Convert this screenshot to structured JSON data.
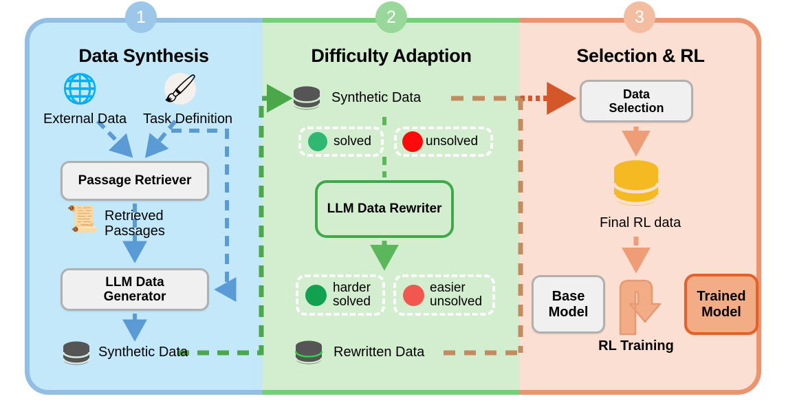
{
  "figure": {
    "type": "pipeline-diagram",
    "panels": [
      {
        "step": "1",
        "title": "Data Synthesis",
        "accent": "#93bee3",
        "background": "#c3e8f9",
        "nodes": [
          {
            "name": "external-data",
            "label": "External Data",
            "icon": "wikipedia-globe-icon"
          },
          {
            "name": "task-definition",
            "label": "Task Definition",
            "icon": "fountain-pen-icon"
          },
          {
            "name": "passage-retriever",
            "label": "Passage Retriever"
          },
          {
            "name": "retrieved-passages",
            "label": "Retrieved Passages",
            "icon": "documents-icon"
          },
          {
            "name": "llm-data-generator",
            "label": "LLM Data\nGenerator",
            "line1": "LLM Data",
            "line2": "Generator"
          },
          {
            "name": "synthetic-data-store",
            "label": "Synthetic Data",
            "icon": "database-icon"
          }
        ]
      },
      {
        "step": "2",
        "title": "Difficulty Adaption",
        "accent": "#78ce76",
        "background": "#d3eecf",
        "nodes": [
          {
            "name": "synthetic-data-store",
            "label": "Synthetic Data",
            "icon": "database-icon"
          },
          {
            "name": "status-solved",
            "label": "solved",
            "color": "#2eb872"
          },
          {
            "name": "status-unsolved",
            "label": "unsolved",
            "color": "#fb0b0b"
          },
          {
            "name": "llm-data-rewriter",
            "label": "LLM Data Rewriter"
          },
          {
            "name": "status-harder-solved",
            "line1": "harder",
            "line2": "solved",
            "color": "#12a150"
          },
          {
            "name": "status-easier-unsolved",
            "line1": "easier",
            "line2": "unsolved",
            "color": "#f1564f"
          },
          {
            "name": "rewritten-data-store",
            "label": "Rewritten Data",
            "icon": "database-icon"
          }
        ]
      },
      {
        "step": "3",
        "title": "Selection & RL",
        "accent": "#eb9470",
        "background": "#fbdfd2",
        "nodes": [
          {
            "name": "data-selection",
            "line1": "Data",
            "line2": "Selection"
          },
          {
            "name": "final-rl-data",
            "label": "Final RL data",
            "icon": "database-icon",
            "color": "#f5b921"
          },
          {
            "name": "base-model",
            "line1": "Base",
            "line2": "Model"
          },
          {
            "name": "trained-model",
            "line1": "Trained",
            "line2": "Model"
          },
          {
            "name": "rl-training",
            "label": "RL Training",
            "icon": "rl-loop-arrow-icon"
          }
        ]
      }
    ],
    "labels": {
      "external_data": "External Data",
      "task_definition": "Task Definition",
      "passage_retriever": "Passage Retriever",
      "retrieved_passages_l1": "Retrieved",
      "retrieved_passages_l2": "Passages",
      "llm_data_generator_l1": "LLM Data",
      "llm_data_generator_l2": "Generator",
      "synthetic_data_p1": "Synthetic Data",
      "synthetic_data_p2": "Synthetic Data",
      "solved": "solved",
      "unsolved": "unsolved",
      "llm_data_rewriter": "LLM Data Rewriter",
      "harder_l1": "harder",
      "harder_l2": "solved",
      "easier_l1": "easier",
      "easier_l2": "unsolved",
      "rewritten_data": "Rewritten Data",
      "data_selection_l1": "Data",
      "data_selection_l2": "Selection",
      "final_rl_data": "Final RL data",
      "base_model_l1": "Base",
      "base_model_l2": "Model",
      "trained_model_l1": "Trained",
      "trained_model_l2": "Model",
      "rl_training": "RL Training"
    },
    "colors": {
      "blue_arrow": "#5b9bd5",
      "green_arrow": "#4aa84a",
      "brown_arrow": "#c58b5e",
      "dark_brown_arrow": "#d4572a",
      "orange_arrow": "#ef9d77",
      "db_grey": "#555555",
      "db_yellow": "#f5b921",
      "dot_green": "#2eb872",
      "dot_red": "#fb0b0b",
      "dot_dark_green": "#12a150",
      "dot_light_red": "#f1564f"
    }
  }
}
